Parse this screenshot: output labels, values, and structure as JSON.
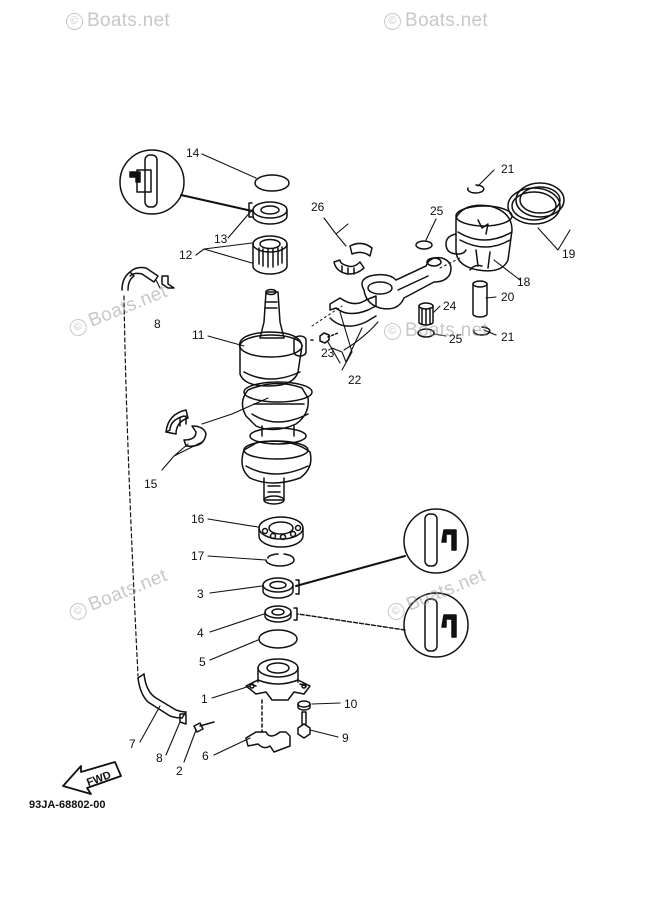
{
  "watermark": {
    "symbol": "©",
    "text": "Boats.net"
  },
  "diagram_code": "93JA-68802-00",
  "fwd_label": "FWD",
  "callouts": {
    "c1": "1",
    "c2": "2",
    "c3": "3",
    "c4": "4",
    "c5": "5",
    "c6": "6",
    "c7": "7",
    "c8a": "8",
    "c8b": "8",
    "c9": "9",
    "c10": "10",
    "c11": "11",
    "c12": "12",
    "c13": "13",
    "c14": "14",
    "c15": "15",
    "c16": "16",
    "c17": "17",
    "c18": "18",
    "c19": "19",
    "c20": "20",
    "c21a": "21",
    "c21b": "21",
    "c22": "22",
    "c23": "23",
    "c24": "24",
    "c25a": "25",
    "c25b": "25",
    "c26": "26"
  }
}
